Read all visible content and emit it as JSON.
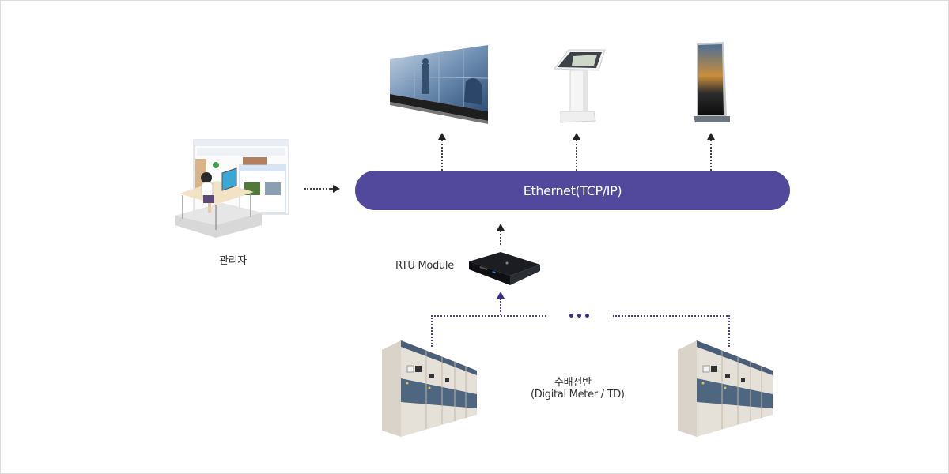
{
  "diagram": {
    "bus": {
      "label": "Ethernet(TCP/IP)",
      "color": "#52489c"
    },
    "admin": {
      "label": "관리자",
      "icon": "admin-workstation-icon"
    },
    "rtu": {
      "label": "RTU Module",
      "icon": "rtu-module-icon"
    },
    "switchboard": {
      "label_line1": "수배전반",
      "label_line2": "(Digital Meter / TD)",
      "icon": "switchboard-icon"
    },
    "outputs": [
      {
        "name": "video-wall",
        "icon": "video-wall-icon"
      },
      {
        "name": "kiosk",
        "icon": "kiosk-icon"
      },
      {
        "name": "digital-signage",
        "icon": "digital-signage-icon"
      }
    ],
    "ellipsis": "•••",
    "colors": {
      "arrow_dark": "#222222",
      "arrow_purple": "#3a2f8f",
      "border": "#dcdcdc"
    }
  }
}
